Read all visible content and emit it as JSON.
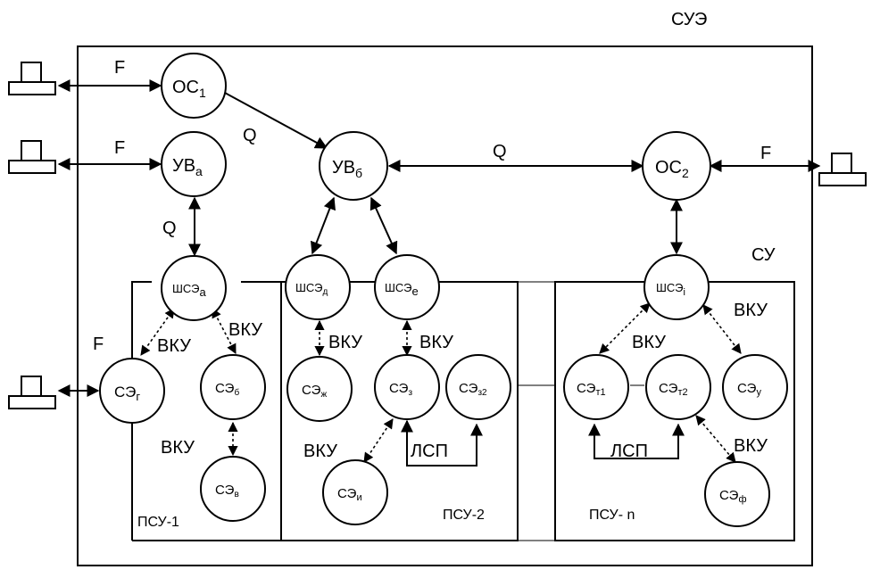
{
  "title": "СУЭ",
  "inner_label": "СУ",
  "nodes": {
    "os1": {
      "main": "ОС",
      "sub": "1"
    },
    "uva": {
      "main": "УВ",
      "sub": "а"
    },
    "uvb": {
      "main": "УВ",
      "sub": "б"
    },
    "os2": {
      "main": "ОС",
      "sub": "2"
    },
    "shsea": {
      "main": "ШСЭ",
      "sub": "а"
    },
    "shsed": {
      "main": "ШСЭ",
      "sub": "д"
    },
    "shsee": {
      "main": "ШСЭ",
      "sub": "е"
    },
    "shsei": {
      "main": "ШСЭ",
      "sub": "i"
    },
    "seg": {
      "main": "СЭ",
      "sub": "г"
    },
    "seb": {
      "main": "СЭ",
      "sub": "б"
    },
    "sev": {
      "main": "СЭ",
      "sub": "в"
    },
    "sezh": {
      "main": "СЭ",
      "sub": "ж"
    },
    "sez": {
      "main": "СЭ",
      "sub": "з"
    },
    "sez2": {
      "main": "СЭ",
      "sub": "з2"
    },
    "sei": {
      "main": "СЭ",
      "sub": "и"
    },
    "set1": {
      "main": "СЭ",
      "sub": "т1"
    },
    "set2": {
      "main": "СЭ",
      "sub": "т2"
    },
    "seu": {
      "main": "СЭ",
      "sub": "у"
    },
    "sef": {
      "main": "СЭ",
      "sub": "ф"
    }
  },
  "labels": {
    "f": "F",
    "q": "Q",
    "vku": "ВКУ",
    "lsp": "ЛСП",
    "psu1": "ПСУ-1",
    "psu2": "ПСУ-2",
    "psun": "ПСУ- n"
  }
}
